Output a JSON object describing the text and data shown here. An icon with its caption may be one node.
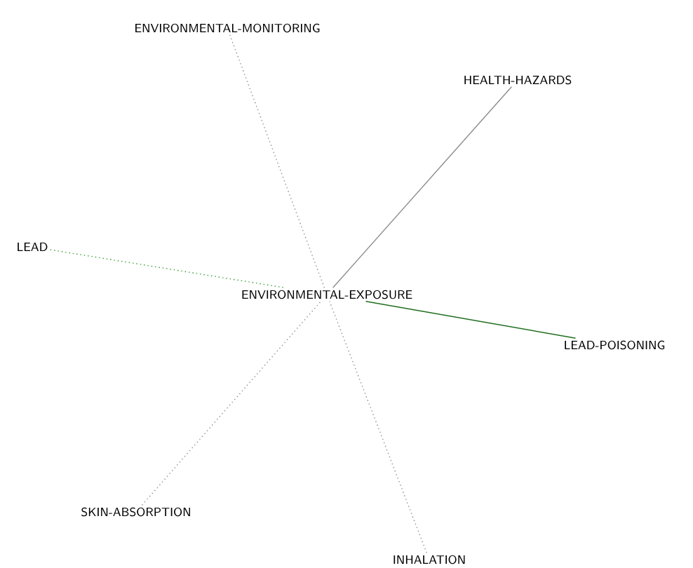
{
  "diagram": {
    "nodes": [
      {
        "text": [
          "ENVIRONMENTAL-EXPOSURE"
        ]
      },
      {
        "text": [
          "ENVIRONMENTAL-MONITORING"
        ]
      },
      {
        "text": [
          "HEALTH-HAZARDS"
        ]
      },
      {
        "text": [
          "LEAD"
        ]
      },
      {
        "text": [
          "LEAD-POISONING"
        ]
      },
      {
        "text": [
          "SKIN-ABSORPTION"
        ]
      },
      {
        "text": [
          "INHALATION"
        ]
      }
    ],
    "edges": [
      {
        "from": 1,
        "to": 0,
        "arrow": "none",
        "style": "dashed"
      },
      {
        "from": 2,
        "to": 0,
        "arrow": "none"
      },
      {
        "from": 3,
        "to": 0,
        "arrow": "none",
        "style": "dashed",
        "color": "#2e9a2e"
      },
      {
        "from": 0,
        "to": 4,
        "arrow": "none",
        "color": "#1f6e1f"
      },
      {
        "from": 5,
        "to": 0,
        "arrow": "none",
        "style": "dashed"
      },
      {
        "from": 6,
        "to": 0,
        "arrow": "none",
        "style": "dashed"
      }
    ]
  }
}
